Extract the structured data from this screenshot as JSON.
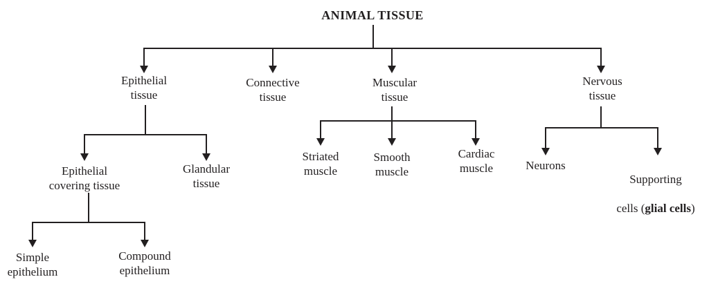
{
  "title": "ANIMAL TISSUE",
  "colors": {
    "background": "#ffffff",
    "line": "#221f20",
    "text": "#221f20"
  },
  "tree": {
    "root": "ANIMAL TISSUE",
    "branches": [
      {
        "name": "epithelial-tissue",
        "label": "Epithelial\ntissue",
        "children": [
          {
            "name": "epithelial-covering-tissue",
            "label": "Epithelial\ncovering tissue",
            "children": [
              {
                "name": "simple-epithelium",
                "label": "Simple\nepithelium"
              },
              {
                "name": "compound-epithelium",
                "label": "Compound\nepithelium"
              }
            ]
          },
          {
            "name": "glandular-tissue",
            "label": "Glandular\ntissue"
          }
        ]
      },
      {
        "name": "connective-tissue",
        "label": "Connective\ntissue"
      },
      {
        "name": "muscular-tissue",
        "label": "Muscular\ntissue",
        "children": [
          {
            "name": "striated-muscle",
            "label": "Striated\nmuscle"
          },
          {
            "name": "smooth-muscle",
            "label": "Smooth\nmuscle"
          },
          {
            "name": "cardiac-muscle",
            "label": "Cardiac\nmuscle"
          }
        ]
      },
      {
        "name": "nervous-tissue",
        "label": "Nervous\ntissue",
        "children": [
          {
            "name": "neurons",
            "label": "Neurons"
          },
          {
            "name": "supporting-cells",
            "line1": "Supporting",
            "line2_prefix": "cells (",
            "line2_bold": "glial cells",
            "line2_suffix": ")"
          }
        ]
      }
    ]
  }
}
